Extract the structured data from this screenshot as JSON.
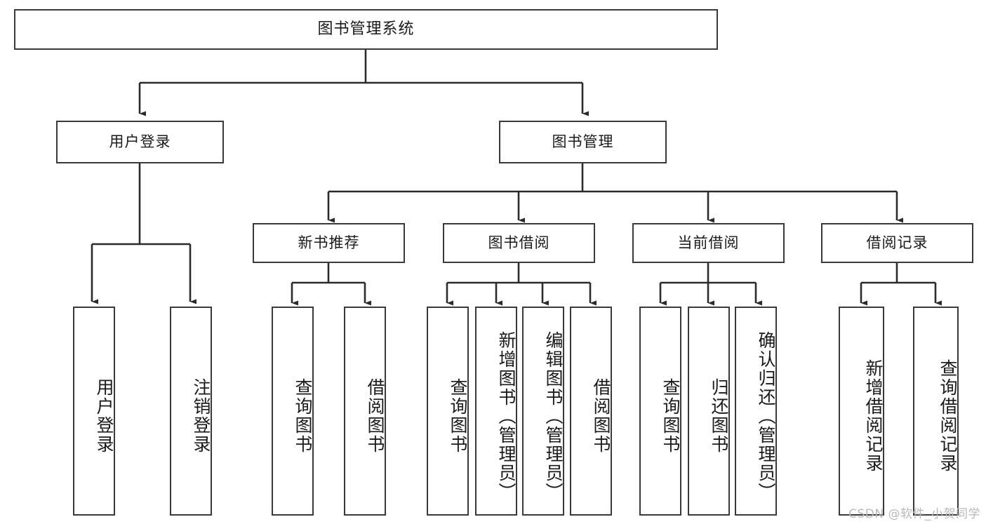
{
  "diagram": {
    "title": "图书管理系统",
    "type": "tree-hierarchy",
    "watermark": "CSDN @软件_小贺同学",
    "colors": {
      "border": "#3a3a3a",
      "background": "#ffffff",
      "text": "#1a1a1a",
      "edge": "#2b2b2b",
      "watermark": "#b9b9b9"
    },
    "nodes": {
      "root": {
        "label": "图书管理系统"
      },
      "level2": [
        {
          "id": "user-login",
          "label": "用户登录"
        },
        {
          "id": "book-management",
          "label": "图书管理"
        }
      ],
      "level3": [
        {
          "id": "new-book-recommend",
          "label": "新书推荐"
        },
        {
          "id": "book-borrow",
          "label": "图书借阅"
        },
        {
          "id": "current-borrow",
          "label": "当前借阅"
        },
        {
          "id": "borrow-record",
          "label": "借阅记录"
        }
      ],
      "leaves": {
        "user-login": [
          {
            "id": "leaf-user-login",
            "label": "用户登录"
          },
          {
            "id": "leaf-logout-login",
            "label": "注销登录"
          }
        ],
        "new-book-recommend": [
          {
            "id": "leaf-query-book-1",
            "label": "查询图书"
          },
          {
            "id": "leaf-borrow-book-1",
            "label": "借阅图书"
          }
        ],
        "book-borrow": [
          {
            "id": "leaf-query-book-2",
            "label": "查询图书"
          },
          {
            "id": "leaf-add-book",
            "label": "新增图书（管理员）"
          },
          {
            "id": "leaf-edit-book",
            "label": "编辑图书（管理员）"
          },
          {
            "id": "leaf-borrow-book-2",
            "label": "借阅图书"
          }
        ],
        "current-borrow": [
          {
            "id": "leaf-query-book-3",
            "label": "查询图书"
          },
          {
            "id": "leaf-return-book",
            "label": "归还图书"
          },
          {
            "id": "leaf-confirm-return",
            "label": "确认归还（管理员）"
          }
        ],
        "borrow-record": [
          {
            "id": "leaf-add-record",
            "label": "新增借阅记录"
          },
          {
            "id": "leaf-query-record",
            "label": "查询借阅记录"
          }
        ]
      }
    }
  }
}
